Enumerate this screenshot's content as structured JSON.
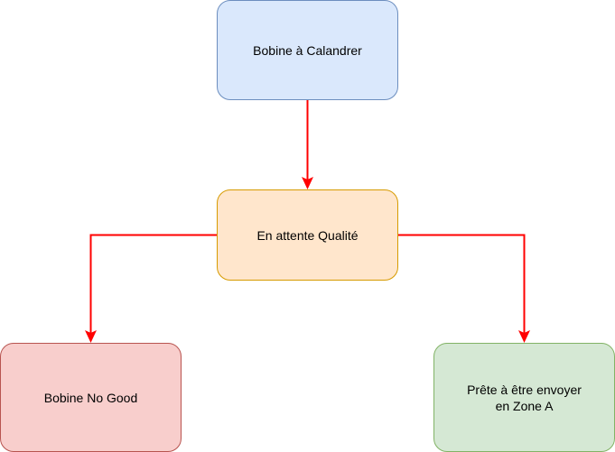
{
  "nodes": {
    "calandrer": {
      "label": "Bobine à Calandrer",
      "fill": "#dae8fc",
      "stroke": "#6c8ebf"
    },
    "qualite": {
      "label": "En attente Qualité",
      "fill": "#ffe6cc",
      "stroke": "#d79b00"
    },
    "nogood": {
      "label": "Bobine No Good",
      "fill": "#f8cecc",
      "stroke": "#b85450"
    },
    "prete": {
      "label": "Prête à être envoyer\nen Zone A",
      "fill": "#d5e8d4",
      "stroke": "#82b366"
    }
  },
  "edges": [
    {
      "from": "calandrer",
      "to": "qualite"
    },
    {
      "from": "qualite",
      "to": "nogood"
    },
    {
      "from": "qualite",
      "to": "prete"
    }
  ],
  "edge_color": "#ff0000"
}
